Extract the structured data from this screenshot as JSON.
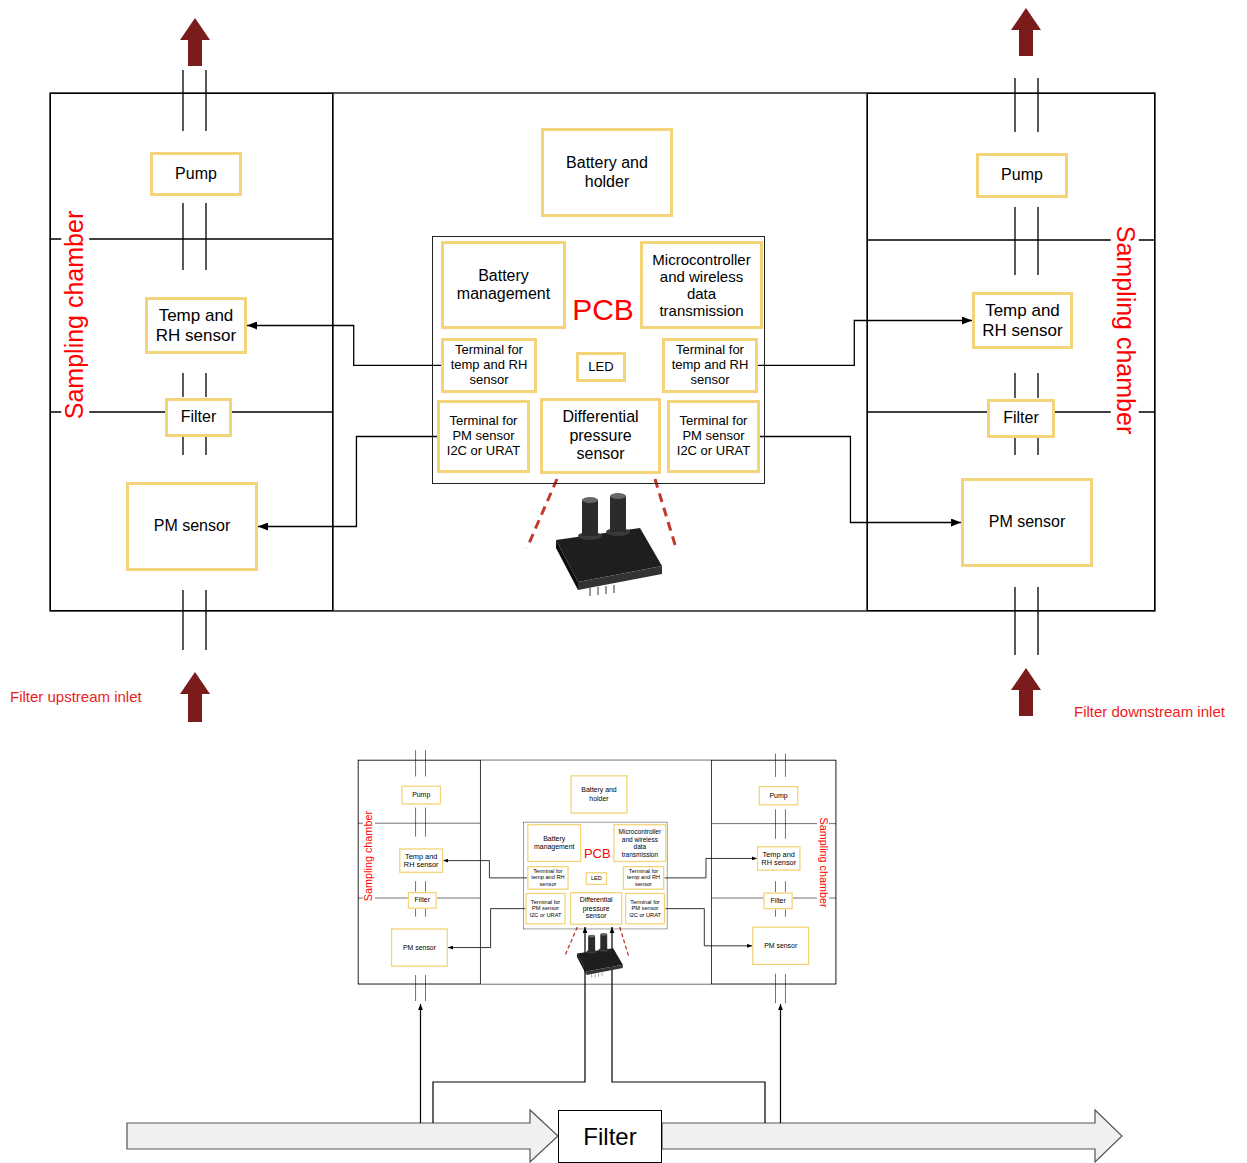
{
  "diagram": {
    "nodes": [
      {
        "text": [
          "Sampling chamber"
        ]
      },
      {
        "text": [
          "Pump"
        ],
        "in": 0
      },
      {
        "text": [
          "Temp and RH sensor"
        ],
        "in": 0
      },
      {
        "text": [
          "Filter"
        ],
        "in": 0
      },
      {
        "text": [
          "PM sensor"
        ],
        "in": 0
      },
      {
        "text": [
          "Battery and holder"
        ]
      },
      {
        "text": [
          "PCB"
        ]
      },
      {
        "text": [
          "Battery management"
        ],
        "in": 6
      },
      {
        "text": [
          "Microcontroller and wireless data transmission"
        ],
        "in": 6
      },
      {
        "text": [
          "Terminal for temp and RH sensor"
        ],
        "in": 6
      },
      {
        "text": [
          "LED"
        ],
        "in": 6
      },
      {
        "text": [
          "Terminal for temp and RH sensor"
        ],
        "in": 6
      },
      {
        "text": [
          "Terminal for PM sensor I2C or URAT"
        ],
        "in": 6
      },
      {
        "text": [
          "Differential pressure sensor"
        ],
        "in": 6
      },
      {
        "text": [
          "Terminal for PM sensor I2C or URAT"
        ],
        "in": 6
      },
      {
        "text": [
          "Sampling chamber"
        ]
      },
      {
        "text": [
          "Pump"
        ],
        "in": 15
      },
      {
        "text": [
          "Temp and RH sensor"
        ],
        "in": 15
      },
      {
        "text": [
          "Filter"
        ],
        "in": 15
      },
      {
        "text": [
          "PM sensor"
        ],
        "in": 15
      },
      {
        "text": [
          "Sampling chamber"
        ]
      },
      {
        "text": [
          "Pump"
        ],
        "in": 20
      },
      {
        "text": [
          "Temp and RH sensor"
        ],
        "in": 20
      },
      {
        "text": [
          "Filter"
        ],
        "in": 20
      },
      {
        "text": [
          "PM sensor"
        ],
        "in": 20
      },
      {
        "text": [
          "Battery and holder"
        ]
      },
      {
        "text": [
          "PCB"
        ]
      },
      {
        "text": [
          "Battery management"
        ],
        "in": 26
      },
      {
        "text": [
          "Microcontroller and wireless data transmission"
        ],
        "in": 26
      },
      {
        "text": [
          "Terminal for temp and RH sensor"
        ],
        "in": 26
      },
      {
        "text": [
          "LED"
        ],
        "in": 26
      },
      {
        "text": [
          "Terminal for temp and RH sensor"
        ],
        "in": 26
      },
      {
        "text": [
          "Terminal for PM sensor I2C or URAT"
        ],
        "in": 26
      },
      {
        "text": [
          "Differential pressure sensor"
        ],
        "in": 26
      },
      {
        "text": [
          "Terminal for PM sensor I2C or URAT"
        ],
        "in": 26
      },
      {
        "text": [
          "Sampling chamber"
        ]
      },
      {
        "text": [
          "Pump"
        ],
        "in": 35
      },
      {
        "text": [
          "Temp and RH sensor"
        ],
        "in": 35
      },
      {
        "text": [
          "Filter"
        ],
        "in": 35
      },
      {
        "text": [
          "PM sensor"
        ],
        "in": 35
      },
      {
        "text": [
          "Filter"
        ]
      }
    ],
    "edges": [
      {
        "from": 9,
        "to": 2,
        "arrow": "to"
      },
      {
        "from": 12,
        "to": 4,
        "arrow": "to"
      },
      {
        "from": 11,
        "to": 17,
        "arrow": "to"
      },
      {
        "from": 14,
        "to": 19,
        "arrow": "to"
      },
      {
        "from": 29,
        "to": 22,
        "arrow": "to"
      },
      {
        "from": 32,
        "to": 24,
        "arrow": "to"
      },
      {
        "from": 31,
        "to": 37,
        "arrow": "to"
      },
      {
        "from": 34,
        "to": 39,
        "arrow": "to"
      }
    ],
    "labels": [
      "Filter upstream inlet",
      "Filter downstream inlet"
    ]
  }
}
